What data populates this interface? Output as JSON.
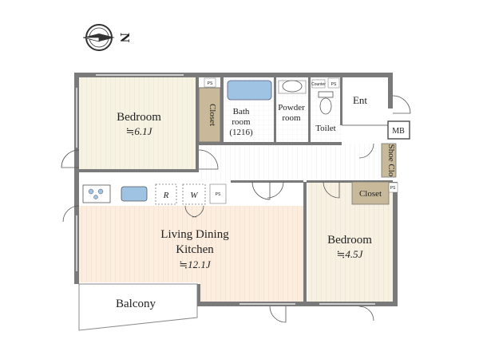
{
  "compass": {
    "north_label": "N"
  },
  "rooms": {
    "bedroom_main": {
      "name": "Bedroom",
      "size": "≒6.1J"
    },
    "closet_main": {
      "name": "Closet"
    },
    "bath": {
      "line1": "Bath",
      "line2": "room",
      "line3": "(1216)"
    },
    "powder": {
      "line1": "Powder",
      "line2": "room"
    },
    "toilet": {
      "name": "Toilet",
      "counter": "Counter"
    },
    "entrance": {
      "name": "Ent"
    },
    "mb": {
      "name": "MB"
    },
    "shoe_closet": {
      "name": "Shoe Clo"
    },
    "ps_labels": [
      "PS",
      "PS",
      "PS",
      "PS"
    ],
    "fridge": {
      "name": "R"
    },
    "washer": {
      "name": "W"
    },
    "ldk": {
      "line1": "Living Dining",
      "line2": "Kitchen",
      "size": "≒12.1J"
    },
    "closet_second": {
      "name": "Closet"
    },
    "bedroom_second": {
      "name": "Bedroom",
      "size": "≒4.5J"
    },
    "balcony": {
      "name": "Balcony"
    }
  },
  "colors": {
    "wall": "#7a7a7a",
    "bedroom_floor": "#f7f3e4",
    "ldk_floor": "#fbeee0",
    "bedroom2_floor": "#f6f1e3",
    "wet_floor": "#ffffff",
    "closet_fill": "#c8b99b",
    "fixture_blue": "#9fc4e3"
  }
}
